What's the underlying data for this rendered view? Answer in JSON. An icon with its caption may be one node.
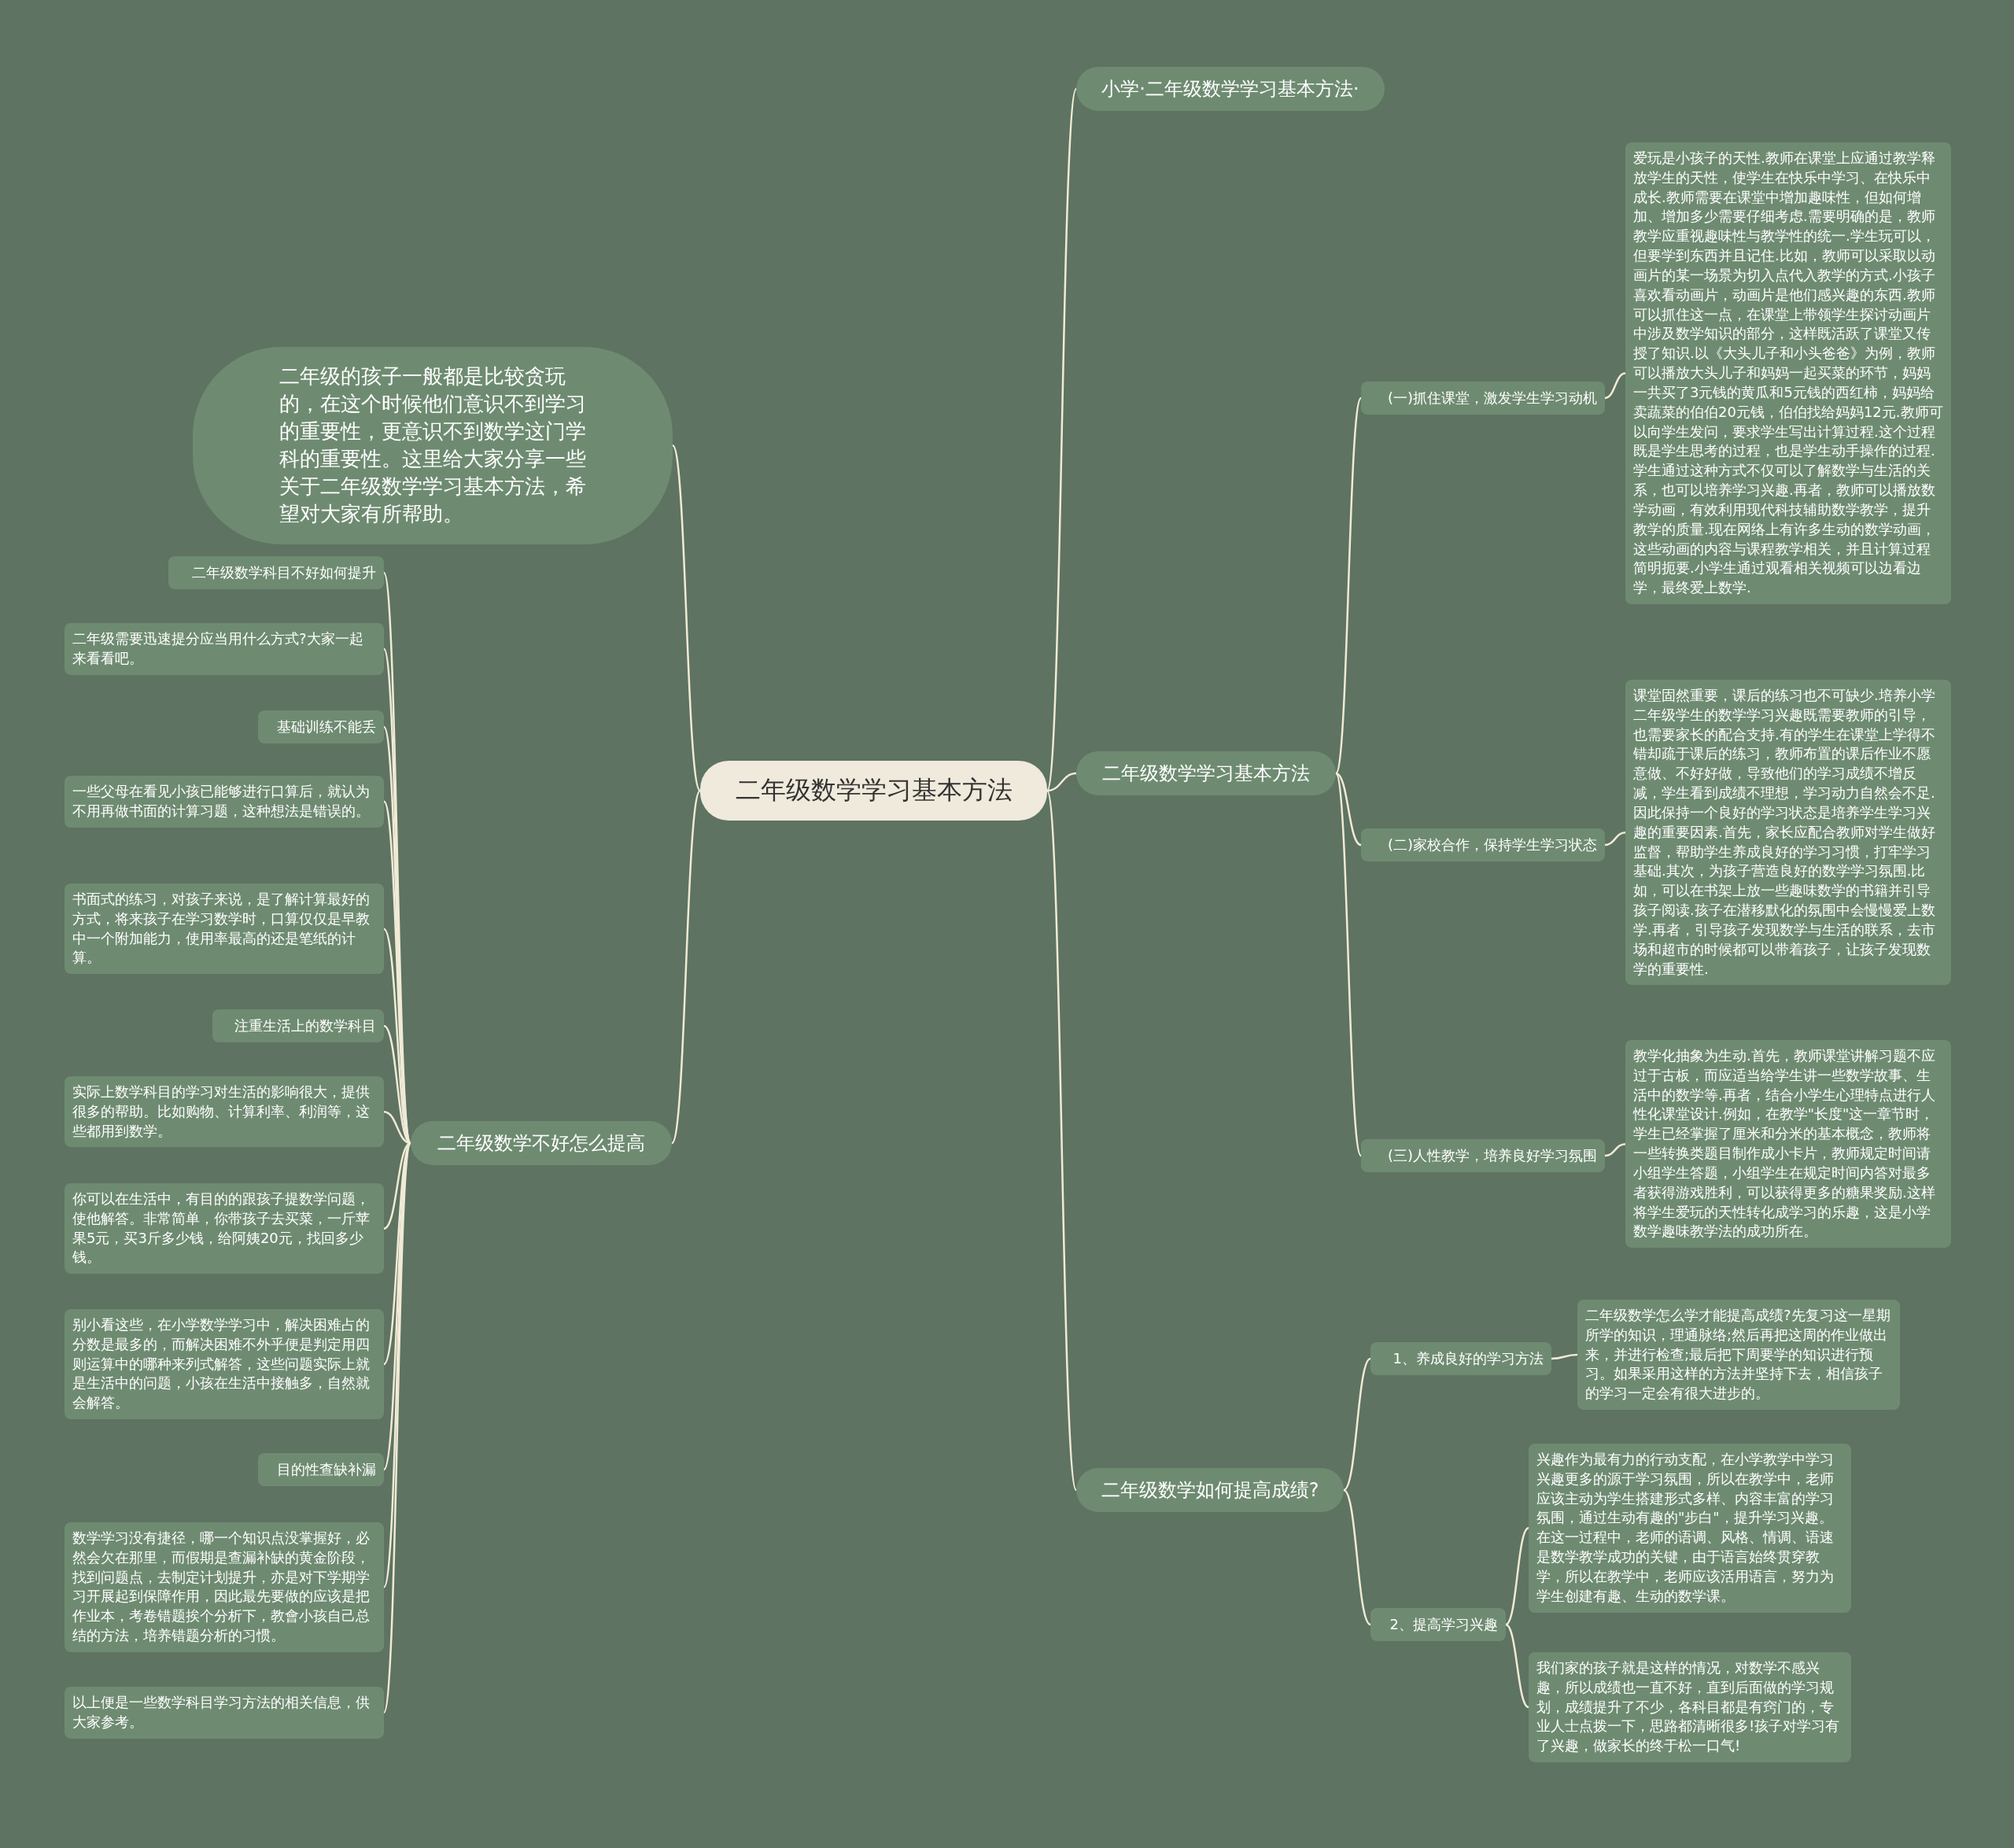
{
  "diagram": {
    "nodes": [
      {
        "text": [
          "二年级数学学习基本方法"
        ]
      },
      {
        "text": [
          "小学·二年级数学学习基本方法·"
        ]
      },
      {
        "text": [
          "二年级的孩子一般都是比较贪玩的，在这个时候他们意识不到学习的重要性，更意识不到数学这门学科的重要性。这里给大家分享一些关于二年级数学学习基本方法，希望对大家有所帮助。"
        ]
      },
      {
        "text": [
          "二年级数学学习基本方法"
        ]
      },
      {
        "text": [
          "(一)抓住课堂，激发学生学习动机"
        ]
      },
      {
        "text": [
          "爱玩是小孩子的天性.教师在课堂上应通过教学释放学生的天性，使学生在快乐中学习、在快乐中成长.教师需要在课堂中增加趣味性，但如何增加、增加多少需要仔细考虑.需要明确的是，教师教学应重视趣味性与教学性的统一.学生玩可以，但要学到东西并且记住.比如，教师可以采取以动画片的某一场景为切入点代入教学的方式.小孩子喜欢看动画片，动画片是他们感兴趣的东西.教师可以抓住这一点，在课堂上带领学生探讨动画片中涉及数学知识的部分，这样既活跃了课堂又传授了知识.以《大头儿子和小头爸爸》为例，教师可以播放大头儿子和妈妈一起买菜的环节，妈妈一共买了3元钱的黄瓜和5元钱的西红柿，妈妈给卖蔬菜的伯伯20元钱，伯伯找给妈妈12元.教师可以向学生发问，要求学生写出计算过程.这个过程既是学生思考的过程，也是学生动手操作的过程.学生通过这种方式不仅可以了解数学与生活的关系，也可以培养学习兴趣.再者，教师可以播放数学动画，有效利用现代科技辅助数学教学，提升教学的质量.现在网络上有许多生动的数学动画，这些动画的内容与课程教学相关，并且计算过程简明扼要.小学生通过观看相关视频可以边看边学，最终爱上数学."
        ]
      },
      {
        "text": [
          "(二)家校合作，保持学生学习状态"
        ]
      },
      {
        "text": [
          "课堂固然重要，课后的练习也不可缺少.培养小学二年级学生的数学学习兴趣既需要教师的引导，也需要家长的配合支持.有的学生在课堂上学得不错却疏于课后的练习，教师布置的课后作业不愿意做、不好好做，导致他们的学习成绩不增反减，学生看到成绩不理想，学习动力自然会不足.因此保持一个良好的学习状态是培养学生学习兴趣的重要因素.首先，家长应配合教师对学生做好监督，帮助学生养成良好的学习习惯，打牢学习基础.其次，为孩子营造良好的数学学习氛围.比如，可以在书架上放一些趣味数学的书籍并引导孩子阅读.孩子在潜移默化的氛围中会慢慢爱上数学.再者，引导孩子发现数学与生活的联系，去市场和超市的时候都可以带着孩子，让孩子发现数学的重要性."
        ]
      },
      {
        "text": [
          "(三)人性教学，培养良好学习氛围"
        ]
      },
      {
        "text": [
          "教学化抽象为生动.首先，教师课堂讲解习题不应过于古板，而应适当给学生讲一些数学故事、生活中的数学等.再者，结合小学生心理特点进行人性化课堂设计.例如，在教学\"长度\"这一章节时，学生已经掌握了厘米和分米的基本概念，教师将一些转换类题目制作成小卡片，教师规定时间请小组学生答题，小组学生在规定时间内答对最多者获得游戏胜利，可以获得更多的糖果奖励.这样将学生爱玩的天性转化成学习的乐趣，这是小学数学趣味教学法的成功所在。"
        ]
      },
      {
        "text": [
          "二年级数学如何提高成绩?"
        ]
      },
      {
        "text": [
          "1、养成良好的学习方法"
        ]
      },
      {
        "text": [
          "二年级数学怎么学才能提高成绩?先复习这一星期所学的知识，理通脉络;然后再把这周的作业做出来，并进行检查;最后把下周要学的知识进行预习。如果采用这样的方法并坚持下去，相信孩子的学习一定会有很大进步的。"
        ]
      },
      {
        "text": [
          "2、提高学习兴趣"
        ]
      },
      {
        "text": [
          "兴趣作为最有力的行动支配，在小学教学中学习兴趣更多的源于学习氛围，所以在教学中，老师应该主动为学生搭建形式多样、内容丰富的学习氛围，通过生动有趣的\"步白\"，提升学习兴趣。在这一过程中，老师的语调、风格、情调、语速是数学教学成功的关键，由于语言始终贯穿教学，所以在教学中，老师应该活用语言，努力为学生创建有趣、生动的数学课。"
        ]
      },
      {
        "text": [
          "我们家的孩子就是这样的情况，对数学不感兴趣，所以成绩也一直不好，直到后面做的学习规划，成绩提升了不少，各科目都是有窍门的，专业人士点拨一下，思路都清晰很多!孩子对学习有了兴趣，做家长的终于松一口气!"
        ]
      },
      {
        "text": [
          "二年级数学不好怎么提高"
        ]
      },
      {
        "text": [
          "二年级数学科目不好如何提升"
        ]
      },
      {
        "text": [
          "二年级需要迅速提分应当用什么方式?大家一起来看看吧。"
        ]
      },
      {
        "text": [
          "基础训练不能丢"
        ]
      },
      {
        "text": [
          "一些父母在看见小孩已能够进行口算后，就认为不用再做书面的计算习题，这种想法是错误的。"
        ]
      },
      {
        "text": [
          "书面式的练习，对孩子来说，是了解计算最好的方式，将来孩子在学习数学时，口算仅仅是早教中一个附加能力，使用率最高的还是笔纸的计算。"
        ]
      },
      {
        "text": [
          "注重生活上的数学科目"
        ]
      },
      {
        "text": [
          "实际上数学科目的学习对生活的影响很大，提供很多的帮助。比如购物、计算利率、利润等，这些都用到数学。"
        ]
      },
      {
        "text": [
          "你可以在生活中，有目的的跟孩子提数学问题，使他解答。非常简单，你带孩子去买菜，一斤苹果5元，买3斤多少钱，给阿姨20元，找回多少钱。"
        ]
      },
      {
        "text": [
          "别小看这些，在小学数学学习中，解决困难占的分数是最多的，而解决困难不外乎便是判定用四则运算中的哪种来列式解答，这些问题实际上就是生活中的问题，小孩在生活中接触多，自然就会解答。"
        ]
      },
      {
        "text": [
          "目的性查缺补漏"
        ]
      },
      {
        "text": [
          "数学学习没有捷径，哪一个知识点没掌握好，必然会欠在那里，而假期是查漏补缺的黄金阶段，找到问题点，去制定计划提升，亦是对下学期学习开展起到保障作用，因此最先要做的应该是把作业本，考卷错题挨个分析下，教會小孩自己总结的方法，培养错题分析的习惯。"
        ]
      },
      {
        "text": [
          "以上便是一些数学科目学习方法的相关信息，供大家参考。"
        ]
      }
    ],
    "edges": [
      {
        "from": 0,
        "to": 1,
        "arrow": "none"
      },
      {
        "from": 0,
        "to": 2,
        "arrow": "none"
      },
      {
        "from": 0,
        "to": 3,
        "arrow": "none"
      },
      {
        "from": 0,
        "to": 10,
        "arrow": "none"
      },
      {
        "from": 0,
        "to": 16,
        "arrow": "none"
      },
      {
        "from": 3,
        "to": 4,
        "arrow": "none"
      },
      {
        "from": 3,
        "to": 6,
        "arrow": "none"
      },
      {
        "from": 3,
        "to": 8,
        "arrow": "none"
      },
      {
        "from": 4,
        "to": 5,
        "arrow": "none"
      },
      {
        "from": 6,
        "to": 7,
        "arrow": "none"
      },
      {
        "from": 8,
        "to": 9,
        "arrow": "none"
      },
      {
        "from": 10,
        "to": 11,
        "arrow": "none"
      },
      {
        "from": 10,
        "to": 13,
        "arrow": "none"
      },
      {
        "from": 11,
        "to": 12,
        "arrow": "none"
      },
      {
        "from": 13,
        "to": 14,
        "arrow": "none"
      },
      {
        "from": 13,
        "to": 15,
        "arrow": "none"
      },
      {
        "from": 16,
        "to": 17,
        "arrow": "none"
      },
      {
        "from": 16,
        "to": 18,
        "arrow": "none"
      },
      {
        "from": 16,
        "to": 19,
        "arrow": "none"
      },
      {
        "from": 16,
        "to": 20,
        "arrow": "none"
      },
      {
        "from": 16,
        "to": 21,
        "arrow": "none"
      },
      {
        "from": 16,
        "to": 22,
        "arrow": "none"
      },
      {
        "from": 16,
        "to": 23,
        "arrow": "none"
      },
      {
        "from": 16,
        "to": 24,
        "arrow": "none"
      },
      {
        "from": 16,
        "to": 25,
        "arrow": "none"
      },
      {
        "from": 16,
        "to": 26,
        "arrow": "none"
      },
      {
        "from": 16,
        "to": 27,
        "arrow": "none"
      },
      {
        "from": 16,
        "to": 28,
        "arrow": "none"
      }
    ]
  }
}
